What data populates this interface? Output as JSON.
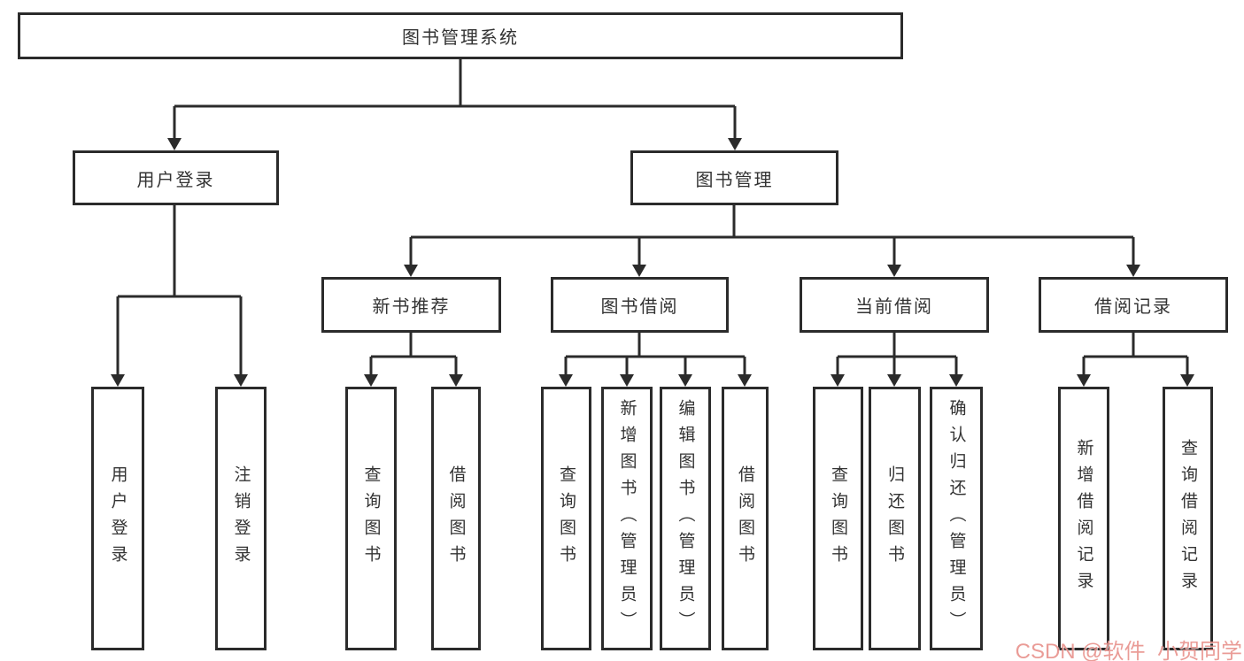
{
  "tree": {
    "root": {
      "label": "图书管理系统"
    },
    "branches": [
      {
        "label": "用户登录",
        "children": [
          {
            "label": "用户登录"
          },
          {
            "label": "注销登录"
          }
        ]
      },
      {
        "label": "图书管理",
        "children": [
          {
            "label": "新书推荐",
            "children": [
              {
                "label": "查询图书"
              },
              {
                "label": "借阅图书"
              }
            ]
          },
          {
            "label": "图书借阅",
            "children": [
              {
                "label": "查询图书"
              },
              {
                "label": "新增图书（管理员）"
              },
              {
                "label": "编辑图书（管理员）"
              },
              {
                "label": "借阅图书"
              }
            ]
          },
          {
            "label": "当前借阅",
            "children": [
              {
                "label": "查询图书"
              },
              {
                "label": "归还图书"
              },
              {
                "label": "确认归还（管理员）"
              }
            ]
          },
          {
            "label": "借阅记录",
            "children": [
              {
                "label": "新增借阅记录"
              },
              {
                "label": "查询借阅记录"
              }
            ]
          }
        ]
      }
    ]
  },
  "watermark": {
    "text": "CSDN @软件_小贺同学",
    "color": "#e8928c"
  },
  "colors": {
    "background": "#ffffff",
    "line": "#2b2b2b",
    "text": "#333333"
  }
}
